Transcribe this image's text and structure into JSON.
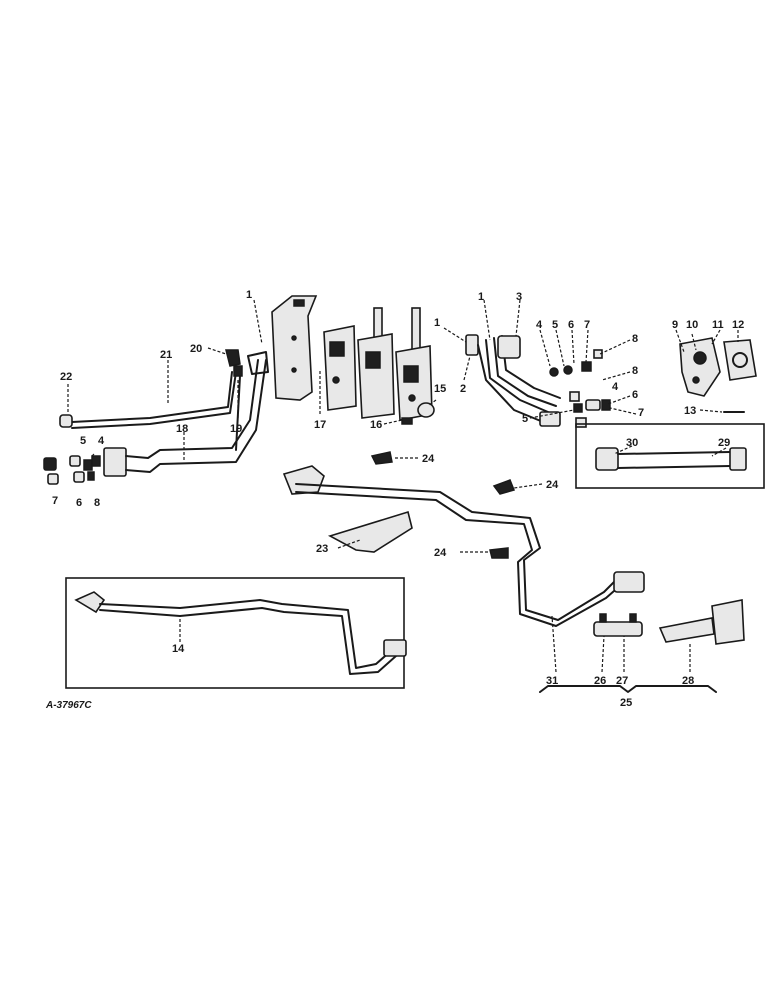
{
  "figure": {
    "reference": "A-37967C",
    "callouts": {
      "c1a": "1",
      "c1b": "1",
      "c1c": "1",
      "c2": "2",
      "c3": "3",
      "c4a": "4",
      "c4b": "4",
      "c4c": "4",
      "c5a": "5",
      "c5b": "5",
      "c5c": "5",
      "c6a": "6",
      "c6b": "6",
      "c6c": "6",
      "c7a": "7",
      "c7b": "7",
      "c7c": "7",
      "c8a": "8",
      "c8b": "8",
      "c8c": "8",
      "c9": "9",
      "c10": "10",
      "c11": "11",
      "c12": "12",
      "c13": "13",
      "c14": "14",
      "c15": "15",
      "c16": "16",
      "c17": "17",
      "c18": "18",
      "c19": "19",
      "c20": "20",
      "c21": "21",
      "c22": "22",
      "c23": "23",
      "c24a": "24",
      "c24b": "24",
      "c24c": "24",
      "c25": "25",
      "c26": "26",
      "c27": "27",
      "c28": "28",
      "c29": "29",
      "c30": "30",
      "c31": "31"
    }
  }
}
